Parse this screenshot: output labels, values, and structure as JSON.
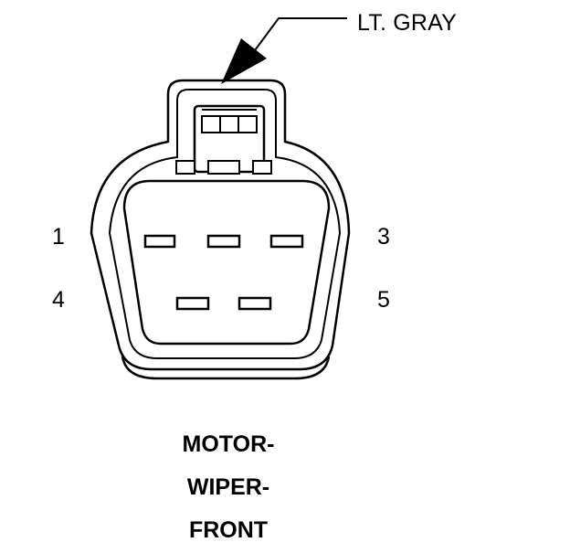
{
  "callout": {
    "label": "LT. GRAY"
  },
  "pins": {
    "p1": "1",
    "p3": "3",
    "p4": "4",
    "p5": "5"
  },
  "caption": {
    "line1": "MOTOR-",
    "line2": "WIPER-",
    "line3": "FRONT"
  },
  "colors": {
    "line": "#000000",
    "background": "#ffffff"
  }
}
